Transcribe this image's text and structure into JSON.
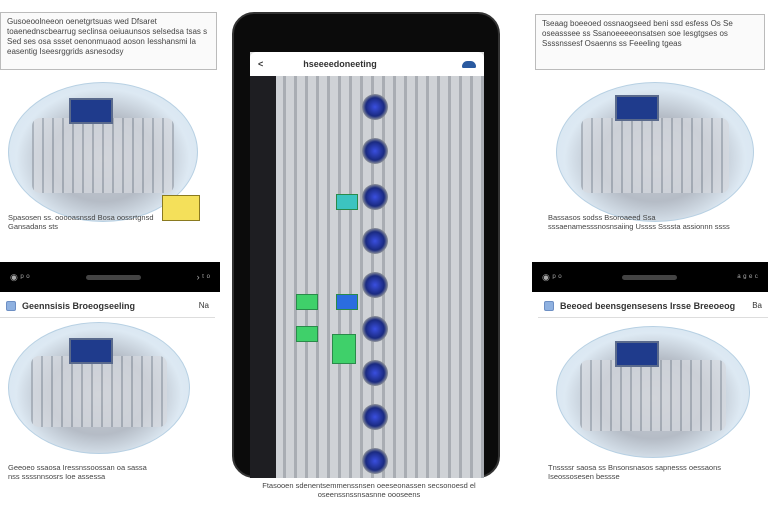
{
  "left_top": {
    "intro_text": "Gusoeoolneeon oenetgrtsuas wed Dfsaret toaenednscbearrug seclinsa oeiuaunsos selsedsa tsas s Sed ses osa ssset oenonmuaod aoson Iesshansmi la easentig Iseesrggrids asnesodsy",
    "caption": "Spasosen ss. ooooasnssd Bosa oossrtgnsd Gansadans sts"
  },
  "left_bottom": {
    "header_title": "Geennsisis Broeogseeling",
    "header_badge": "Na",
    "caption": "Geeoeo ssaosa Iressnssoossan oa sassa nss ssssnnsosrs Ioe assessa"
  },
  "phone": {
    "back_icon": "chevron-left-icon",
    "title": "hseeeedoneeting",
    "footer_caption": "Ftasooen sdenentsemmenssnsen oeeseonassen secsonoesd el oseenssnssnsasnne oooseens"
  },
  "right_top": {
    "intro_text": "Tseaag boeeoed ossnaogseed beni ssd esfess Os Se oseasssee ss Ssanoeeeeonsatsen soe Iesgtgses os Ssssnssesf Osaenns ss Feeeling tgeas",
    "caption": "Bassasos sodss Bsoroaeed Ssa sssaenamesssnosnsaiing Ussss Ssssta assionnn ssss"
  },
  "right_bottom": {
    "header_title": "Beeoed beensgensesens Irsse Breeoeog",
    "header_badge": "Ba",
    "caption": "Tnssssr saosa ss Bnsonsnasos sapnesss oessaons Iseossosesen bessse"
  }
}
